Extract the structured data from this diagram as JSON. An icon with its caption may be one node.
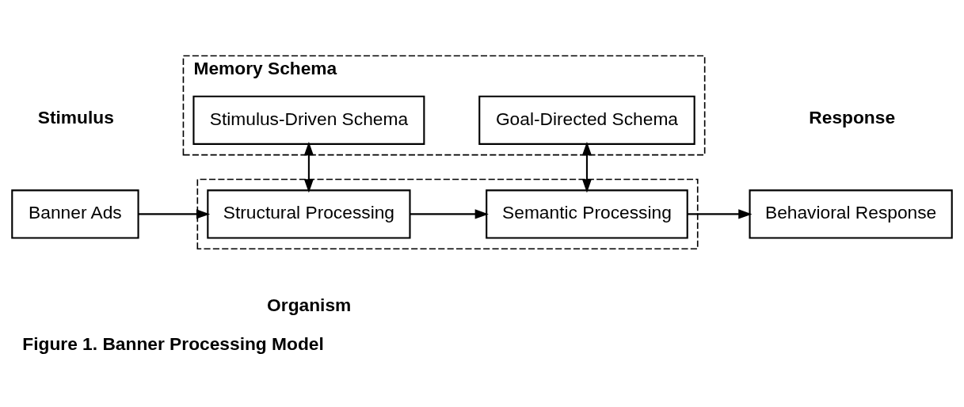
{
  "diagram": {
    "caption": "Figure 1. Banner Processing Model",
    "nodes": [
      {
        "text": [
          "Memory Schema"
        ]
      },
      {
        "text": [
          "Stimulus-Driven Schema"
        ],
        "in": 0
      },
      {
        "text": [
          "Goal-Directed Schema"
        ],
        "in": 0
      },
      {
        "text": [
          "Banner Ads"
        ]
      },
      {
        "text": [],
        "shape": "box"
      },
      {
        "text": [
          "Structural Processing"
        ],
        "in": 4
      },
      {
        "text": [
          "Semantic Processing"
        ],
        "in": 4
      },
      {
        "text": [
          "Behavioral Response"
        ]
      }
    ],
    "edges": [
      {
        "from": 3,
        "to": 5,
        "arrow": "to"
      },
      {
        "from": 5,
        "to": 6,
        "arrow": "to"
      },
      {
        "from": 6,
        "to": 7,
        "arrow": "to"
      },
      {
        "from": 1,
        "to": 5,
        "arrow": "both"
      },
      {
        "from": 2,
        "to": 6,
        "arrow": "both"
      }
    ],
    "labels": [
      "Stimulus",
      "Organism",
      "Response"
    ]
  }
}
